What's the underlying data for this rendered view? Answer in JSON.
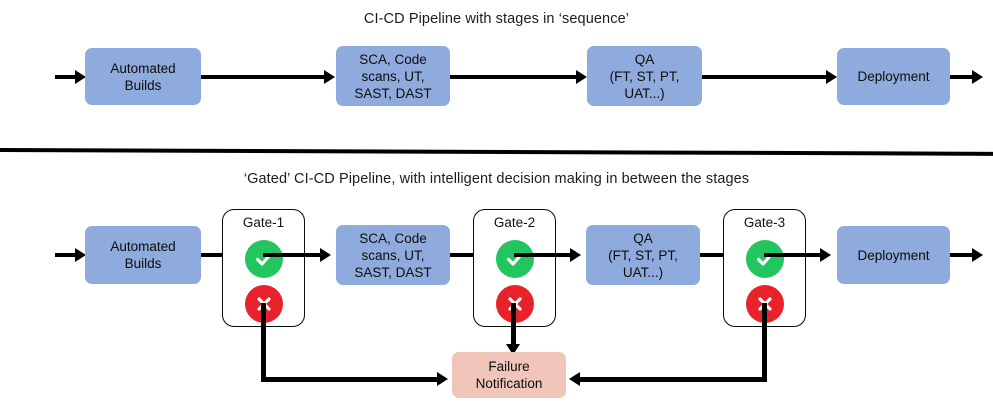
{
  "diagram": {
    "type": "flowchart",
    "colors": {
      "stage_fill": "#8FAADC",
      "failure_fill": "#F2C5BA",
      "pass_badge": "#22c55e",
      "fail_badge": "#e8222a",
      "connector": "#000000",
      "background": "#ffffff"
    },
    "row1": {
      "title": "CI-CD Pipeline with stages in ‘sequence’",
      "stages": [
        {
          "id": "automated-builds",
          "label": "Automated\nBuilds"
        },
        {
          "id": "sca-code-scans",
          "label": "SCA, Code\nscans, UT,\nSAST, DAST"
        },
        {
          "id": "qa",
          "label": "QA\n(FT, ST, PT,\nUAT...)"
        },
        {
          "id": "deployment",
          "label": "Deployment"
        }
      ]
    },
    "row2": {
      "title": "‘Gated’ CI-CD Pipeline, with intelligent decision making in between the stages",
      "stages": [
        {
          "id": "automated-builds",
          "label": "Automated\nBuilds"
        },
        {
          "id": "sca-code-scans",
          "label": "SCA, Code\nscans, UT,\nSAST, DAST"
        },
        {
          "id": "qa",
          "label": "QA\n(FT, ST, PT,\nUAT...)"
        },
        {
          "id": "deployment",
          "label": "Deployment"
        }
      ],
      "gates": [
        {
          "id": "gate-1",
          "label": "Gate-1",
          "pass_icon": "check-circle-icon",
          "fail_icon": "cross-circle-icon"
        },
        {
          "id": "gate-2",
          "label": "Gate-2",
          "pass_icon": "check-circle-icon",
          "fail_icon": "cross-circle-icon"
        },
        {
          "id": "gate-3",
          "label": "Gate-3",
          "pass_icon": "check-circle-icon",
          "fail_icon": "cross-circle-icon"
        }
      ],
      "failure_node": {
        "id": "failure-notification",
        "label": "Failure\nNotification"
      }
    }
  }
}
